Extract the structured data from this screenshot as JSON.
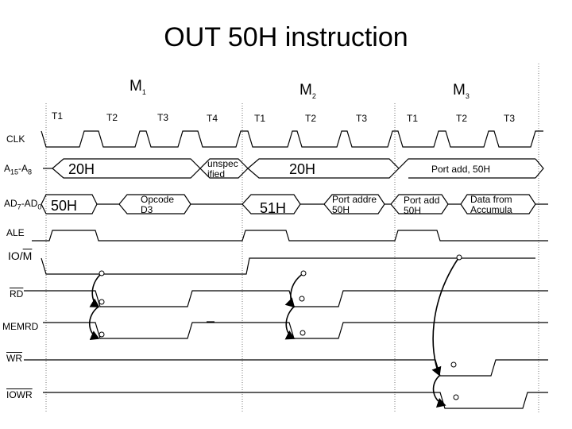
{
  "title": "OUT 50H instruction",
  "machine_cycles": [
    {
      "label": "M",
      "sub": "1"
    },
    {
      "label": "M",
      "sub": "2"
    },
    {
      "label": "M",
      "sub": "3"
    }
  ],
  "t_states": [
    "T1",
    "T2",
    "T3",
    "T4",
    "T1",
    "T2",
    "T3",
    "T1",
    "T2",
    "T3"
  ],
  "signals": {
    "clk": "CLK",
    "addr_high": {
      "main": "A",
      "sub1": "15",
      "sep": "-A",
      "sub2": "8"
    },
    "addr_low": {
      "main": "AD",
      "sub1": "7",
      "sep": "-AD",
      "sub2": "0"
    },
    "ale": "ALE",
    "io_m": {
      "io": "IO/",
      "m": "M"
    },
    "rd": "RD",
    "memrd": "MEMRD",
    "wr": "WR",
    "iowr": "IOWR"
  },
  "bus_values": {
    "a_m1": "20H",
    "a_unspec": "unspec ified",
    "a_m2": "20H",
    "a_m3": "Port add, 50H",
    "ad_m1_addr": "50H",
    "ad_m1_data": "Opcode D3",
    "ad_m2_addr": "51H",
    "ad_m2_data": "Port addre 50H",
    "ad_m3_addr": "Port add 50H",
    "ad_m3_data": "Data from Accumula"
  },
  "colors": {
    "line": "#000000",
    "dash": "#666666"
  }
}
